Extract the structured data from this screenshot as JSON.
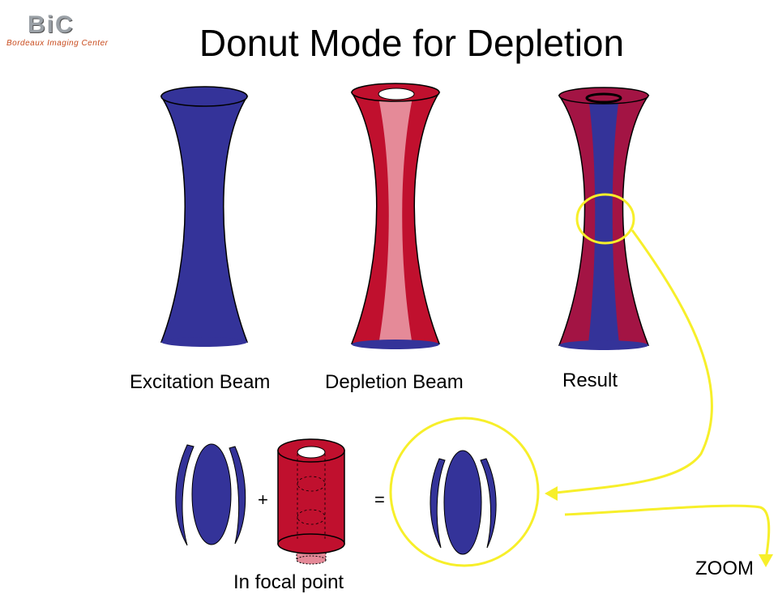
{
  "logo": {
    "mark": "BiC",
    "subtitle": "Bordeaux Imaging Center"
  },
  "title": "Donut Mode for Depletion",
  "labels": {
    "excitation": "Excitation Beam",
    "depletion": "Depletion Beam",
    "result": "Result",
    "focal": "In focal point",
    "zoom": "ZOOM",
    "plus": "+",
    "equals": "="
  },
  "colors": {
    "excitation_blue": "#343399",
    "depletion_red": "#c0102e",
    "pink_core": "#e58a98",
    "result_red": "#a31444",
    "zoom_yellow": "#f7ef2a"
  }
}
